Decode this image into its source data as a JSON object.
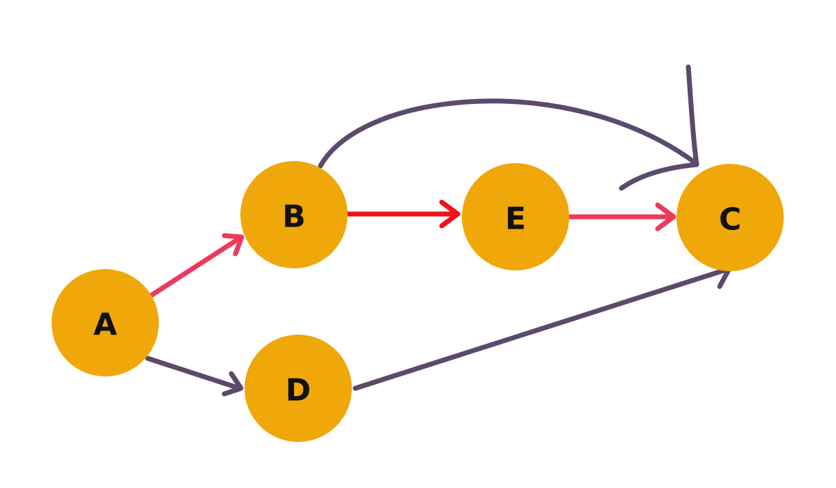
{
  "colors": {
    "node_fill": "#F0A70A",
    "label": "#111111",
    "pink_edge": "#EC3A5C",
    "red_edge": "#F0101E",
    "purple_edge": "#5B4A6B",
    "background": "#FFFFFF"
  },
  "nodes": {
    "A": {
      "label": "A"
    },
    "B": {
      "label": "B"
    },
    "E": {
      "label": "E"
    },
    "C": {
      "label": "C"
    },
    "D": {
      "label": "D"
    }
  },
  "edges": [
    {
      "from": "A",
      "to": "B",
      "color": "pink"
    },
    {
      "from": "B",
      "to": "E",
      "color": "red"
    },
    {
      "from": "E",
      "to": "C",
      "color": "pink"
    },
    {
      "from": "A",
      "to": "D",
      "color": "purple"
    },
    {
      "from": "D",
      "to": "C",
      "color": "purple"
    },
    {
      "from": "B",
      "to": "C",
      "color": "purple",
      "shape": "curved"
    }
  ]
}
